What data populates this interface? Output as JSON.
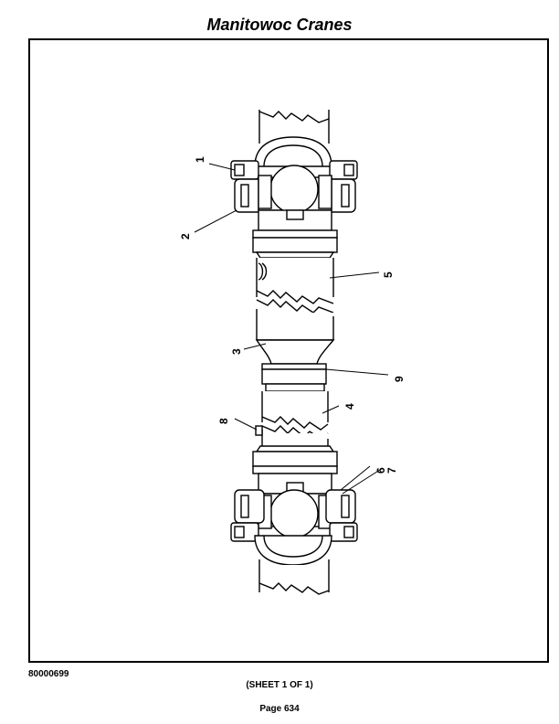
{
  "header": {
    "title": "Manitowoc Cranes"
  },
  "diagram": {
    "callouts": [
      "1",
      "2",
      "3",
      "4",
      "5",
      "6",
      "7",
      "8",
      "9"
    ]
  },
  "footer": {
    "drawing_number": "80000699",
    "sheet": "(SHEET 1 OF 1)",
    "page": "Page 634"
  }
}
